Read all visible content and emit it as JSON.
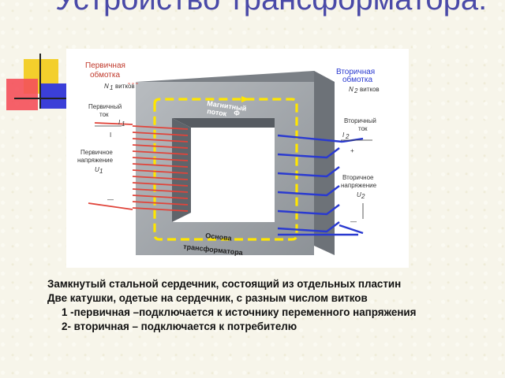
{
  "slide": {
    "title": "Устройство трансформатора:"
  },
  "diagram": {
    "primary_winding": "Первичная",
    "primary_winding_2": "обмотка",
    "primary_turns_symbol": "N",
    "primary_turns_sub": "1",
    "primary_turns_word": "витков",
    "primary_current": "Первичный",
    "primary_current_2": "ток",
    "primary_current_symbol": "I",
    "primary_current_sub": "1",
    "primary_voltage": "Первичное",
    "primary_voltage_2": "напряжение",
    "primary_voltage_symbol": "U",
    "primary_voltage_sub": "1",
    "primary_plus": "I",
    "primary_minus": "—",
    "secondary_winding": "Вторичная",
    "secondary_winding_2": "обмотка",
    "secondary_turns_symbol": "N",
    "secondary_turns_sub": "2",
    "secondary_turns_word": "витков",
    "secondary_current": "Вторичный",
    "secondary_current_2": "ток",
    "secondary_current_symbol": "I",
    "secondary_current_sub": "2",
    "secondary_voltage": "Вторичное",
    "secondary_voltage_2": "напряжение",
    "secondary_voltage_symbol": "U",
    "secondary_voltage_sub": "2",
    "secondary_plus": "+",
    "secondary_minus": "—",
    "magnetic_flux": "Магнитный",
    "magnetic_flux_2": "поток",
    "magnetic_flux_symbol": "Φ",
    "core_base": "Основа",
    "core_base_2": "трансформатора"
  },
  "body": {
    "line1": "Замкнутый стальной сердечник, состоящий из отдельных пластин",
    "line2": "Две катушки, одетые на сердечник, с разным числом витков",
    "line3": "1 -первичная –подключается к источнику переменного напряжения",
    "line4": "2- вторичная – подключается к потребителю"
  },
  "colors": {
    "primary_coil": "#e0443a",
    "secondary_coil": "#2a3ad0",
    "core": "#9aa0a6",
    "flux": "#ffe600",
    "title": "#4a4aa8"
  }
}
